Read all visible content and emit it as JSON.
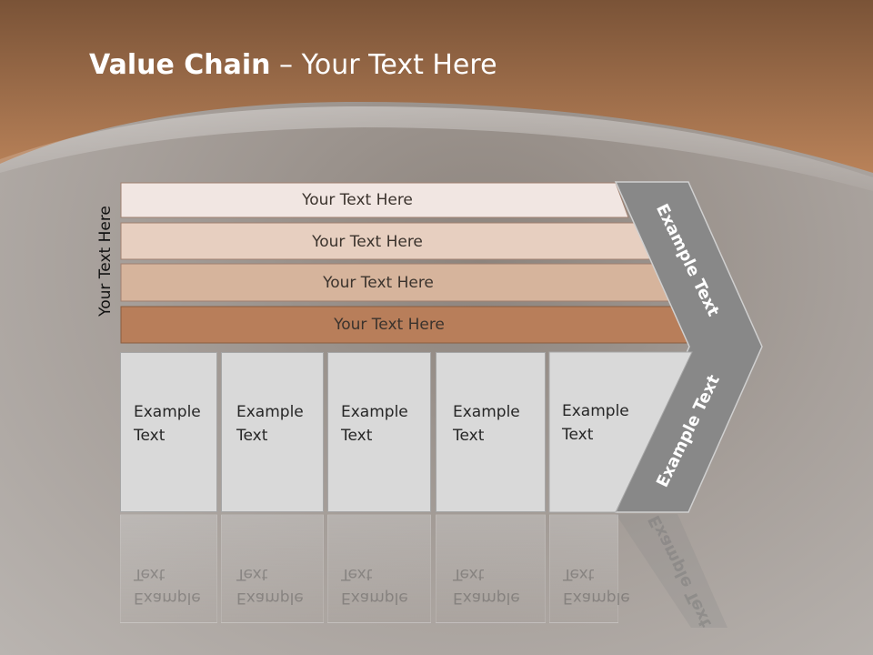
{
  "slide": {
    "title_bold": "Value Chain",
    "title_rest": " – Your Text Here",
    "side_label": "Your Text Here"
  },
  "support_rows": [
    {
      "label": "Your Text Here",
      "fill": "#f1e6e2"
    },
    {
      "label": "Your Text Here",
      "fill": "#e7cfc0"
    },
    {
      "label": "Your Text Here",
      "fill": "#d6b49c"
    },
    {
      "label": "Your Text Here",
      "fill": "#b87e5a"
    }
  ],
  "primary_boxes": [
    {
      "line1": "Example",
      "line2": "Text"
    },
    {
      "line1": "Example",
      "line2": "Text"
    },
    {
      "line1": "Example",
      "line2": "Text"
    },
    {
      "line1": "Example",
      "line2": "Text"
    },
    {
      "line1": "Example",
      "line2": "Text"
    }
  ],
  "chevron": {
    "upper_label": "Example Text",
    "lower_label": "Example Text",
    "fill": "#888888"
  },
  "colors": {
    "header_brown": "#7a5337",
    "header_copper": "#b67e55",
    "box_fill": "#d9d9d9"
  }
}
